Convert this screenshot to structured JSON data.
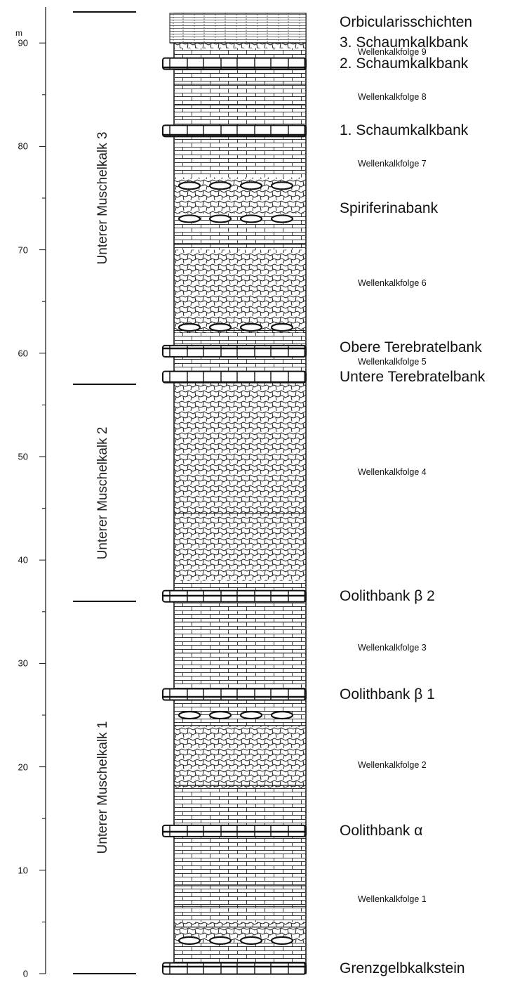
{
  "figure": {
    "axis_unit": "m",
    "axis_ticks": [
      "0",
      "10",
      "20",
      "30",
      "40",
      "50",
      "60",
      "70",
      "80",
      "90"
    ],
    "units": [
      {
        "label": "Unterer Muschelkalk 1",
        "bottom_m": 0,
        "top_m": 36
      },
      {
        "label": "Unterer Muschelkalk 2",
        "bottom_m": 36,
        "top_m": 57
      },
      {
        "label": "Unterer Muschelkalk 3",
        "bottom_m": 57,
        "top_m": 93
      }
    ],
    "beds": [
      {
        "label": "Grenzgelbkalkstein",
        "m": 0.5
      },
      {
        "label": "Oolithbank α",
        "m": 13.8
      },
      {
        "label": "Oolithbank β 1",
        "m": 27
      },
      {
        "label": "Oolithbank β 2",
        "m": 36.5
      },
      {
        "label": "Untere Terebratelbank",
        "m": 57.7
      },
      {
        "label": "Obere Terebratelbank",
        "m": 60.5
      },
      {
        "label": "Spiriferinabank",
        "m": 74
      },
      {
        "label": "1. Schaumkalkbank",
        "m": 81.5
      },
      {
        "label": "2. Schaumkalkbank",
        "m": 88
      },
      {
        "label": "3. Schaumkalkbank",
        "m": 90
      },
      {
        "label": "Orbicularisschichten",
        "m": 92
      }
    ],
    "sequences": [
      {
        "label": "Wellenkalkfolge 1",
        "m": 7.2
      },
      {
        "label": "Wellenkalkfolge 2",
        "m": 20.2
      },
      {
        "label": "Wellenkalkfolge 3",
        "m": 31.5
      },
      {
        "label": "Wellenkalkfolge 4",
        "m": 48.5
      },
      {
        "label": "Wellenkalkfolge 5",
        "m": 59.2
      },
      {
        "label": "Wellenkalkfolge 6",
        "m": 66.8
      },
      {
        "label": "Wellenkalkfolge 7",
        "m": 78.3
      },
      {
        "label": "Wellenkalkfolge 8",
        "m": 84.8
      },
      {
        "label": "Wellenkalkfolge 9",
        "m": 89.1
      }
    ],
    "bank_layers_m": [
      0.5,
      13.8,
      27,
      36.5,
      57.7,
      60.2,
      81.5,
      88
    ],
    "nodular_layers_m": [
      3.2,
      25,
      62.5,
      73,
      76.2
    ]
  }
}
